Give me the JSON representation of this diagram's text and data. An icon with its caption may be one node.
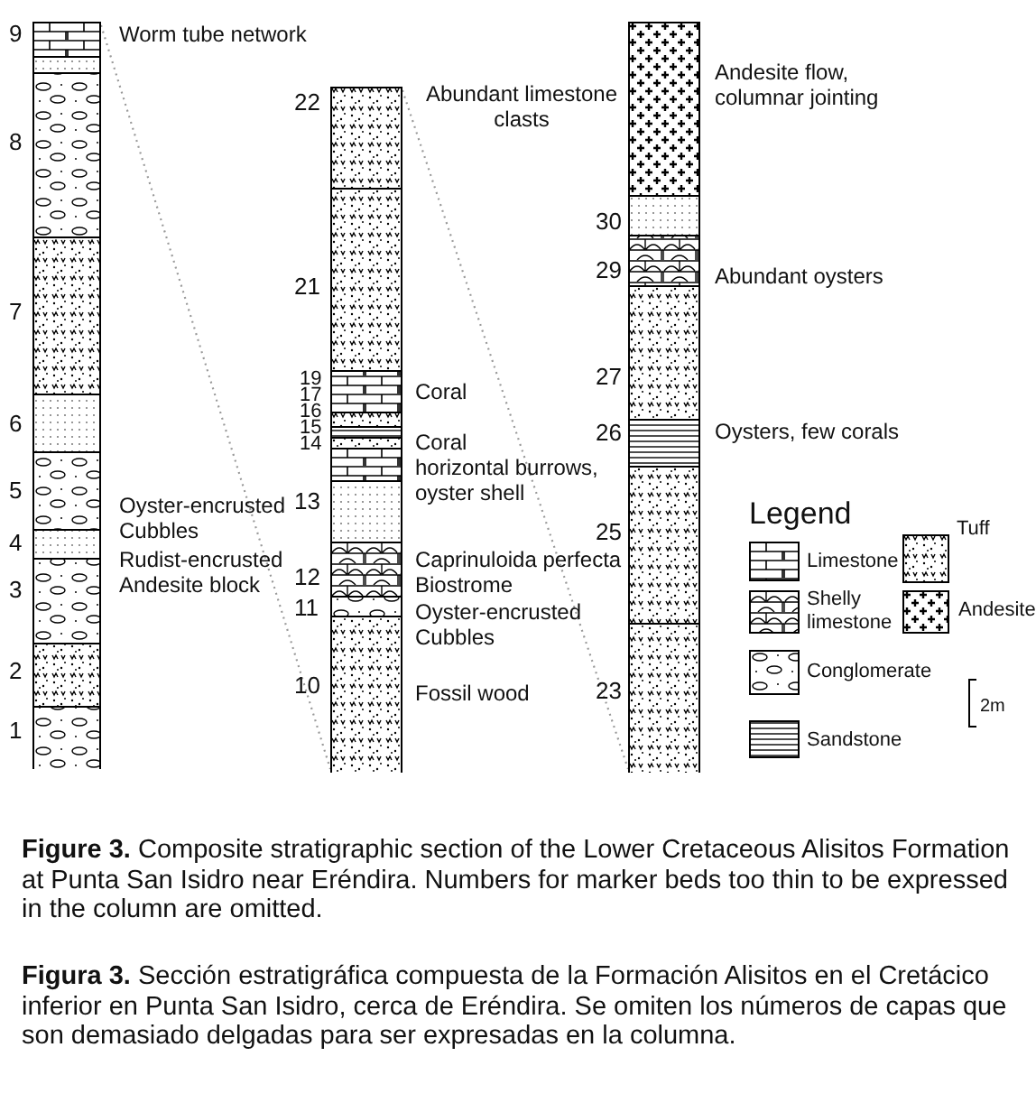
{
  "diagram": {
    "caption": "**Figure 3.** Composite stratigraphic section of the Lower Cretaceous Alisitos Formation at Punta San Isidro near Eréndira. Numbers for marker beds too thin to be expressed in the column are omitted.",
    "nodes": [
      {
        "text": [],
        "shape": "bar"
      },
      {
        "text": [],
        "shape": "bar"
      },
      {
        "text": [],
        "shape": "bar"
      }
    ],
    "edges": [
      {
        "from": 0,
        "to": 1,
        "arrow": "none",
        "style": "dashed"
      },
      {
        "from": 1,
        "to": 2,
        "arrow": "none",
        "style": "dashed"
      }
    ],
    "labels": [
      "9",
      "Worm tube network",
      "8",
      "7",
      "6",
      "5",
      "Oyster-encrusted Cubbles",
      "4",
      "Rudist-encrusted Andesite block",
      "3",
      "2",
      "1",
      "22",
      "Abundant limestone clasts",
      "21",
      "19",
      "17",
      "Coral",
      "16",
      "15",
      "14",
      "Coral",
      "horizontal burrows, oyster shell",
      "13",
      "Caprinuloida perfecta Biostrome",
      "12",
      "Oyster-encrusted Cubbles",
      "11",
      "10",
      "Fossil wood",
      "Andesite flow, columnar jointing",
      "30",
      "29",
      "Abundant oysters",
      "27",
      "26",
      "Oysters, few corals",
      "25",
      "23",
      "Legend",
      "2m",
      "**Figura 3.** Sección estratigráfica compuesta de la Formación Alisitos en el Cretácico inferior en Punta San Isidro, cerca de Eréndira. Se omiten los números de capas que son demasiado delgadas para ser expresadas en la columna."
    ],
    "legend": [
      {
        "text": "Limestone"
      },
      {
        "text": "Tuff"
      },
      {
        "text": "Shelly limestone"
      },
      {
        "text": "Andesite"
      },
      {
        "text": "Conglomerate"
      },
      {
        "text": "Sandstone"
      }
    ]
  }
}
